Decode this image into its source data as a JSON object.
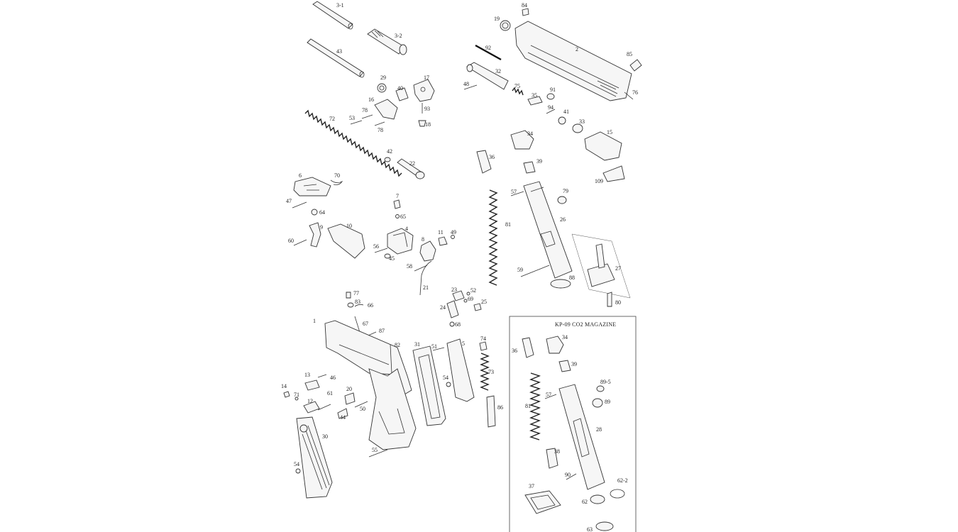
{
  "diagram": {
    "magazine_box_title": "KP-09 CO2 MAGAZINE",
    "labels": {
      "l_3_1": "3-1",
      "l_3_2": "3-2",
      "l_43": "43",
      "l_29": "29",
      "l_40": "40",
      "l_17": "17",
      "l_16": "16",
      "l_78a": "78",
      "l_78b": "78",
      "l_53": "53",
      "l_93": "93",
      "l_18": "18",
      "l_72": "72",
      "l_42": "42",
      "l_22": "22",
      "l_6": "6",
      "l_70": "70",
      "l_47": "47",
      "l_64": "64",
      "l_9": "9",
      "l_60": "60",
      "l_10": "10",
      "l_7": "7",
      "l_65": "65",
      "l_4": "4",
      "l_56": "56",
      "l_45": "45",
      "l_8": "8",
      "l_11": "11",
      "l_49": "49",
      "l_58": "58",
      "l_21": "21",
      "l_84": "84",
      "l_19": "19",
      "l_2": "2",
      "l_85": "85",
      "l_92": "92",
      "l_32": "32",
      "l_48": "48",
      "l_75": "75",
      "l_35": "35",
      "l_91": "91",
      "l_76": "76",
      "l_94": "94",
      "l_41": "41",
      "l_33": "33",
      "l_15": "15",
      "l_34": "34",
      "l_36": "36",
      "l_39": "39",
      "l_109": "109",
      "l_57": "57",
      "l_79": "79",
      "l_81": "81",
      "l_26": "26",
      "l_27": "27",
      "l_59": "59",
      "l_88": "88",
      "l_80": "80",
      "l_77": "77",
      "l_83": "83",
      "l_66": "66",
      "l_1": "1",
      "l_67": "67",
      "l_87": "87",
      "l_82": "82",
      "l_31": "31",
      "l_51": "51",
      "l_5": "5",
      "l_23": "23",
      "l_52": "52",
      "l_69": "69",
      "l_24": "24",
      "l_25": "25",
      "l_68": "68",
      "l_74": "74",
      "l_73": "73",
      "l_86": "86",
      "l_54a": "54",
      "l_54b": "54",
      "l_13": "13",
      "l_46": "46",
      "l_14": "14",
      "l_71": "71",
      "l_12": "12",
      "l_61": "61",
      "l_20": "20",
      "l_50": "50",
      "l_44": "44",
      "l_30": "30",
      "l_55": "55",
      "m_34": "34",
      "m_36": "36",
      "m_39": "39",
      "m_81": "81",
      "m_57": "57",
      "m_89_5": "89-5",
      "m_89": "89",
      "m_28": "28",
      "m_38": "38",
      "m_90": "90",
      "m_37": "37",
      "m_62_2": "62-2",
      "m_62": "62",
      "m_63": "63"
    }
  }
}
